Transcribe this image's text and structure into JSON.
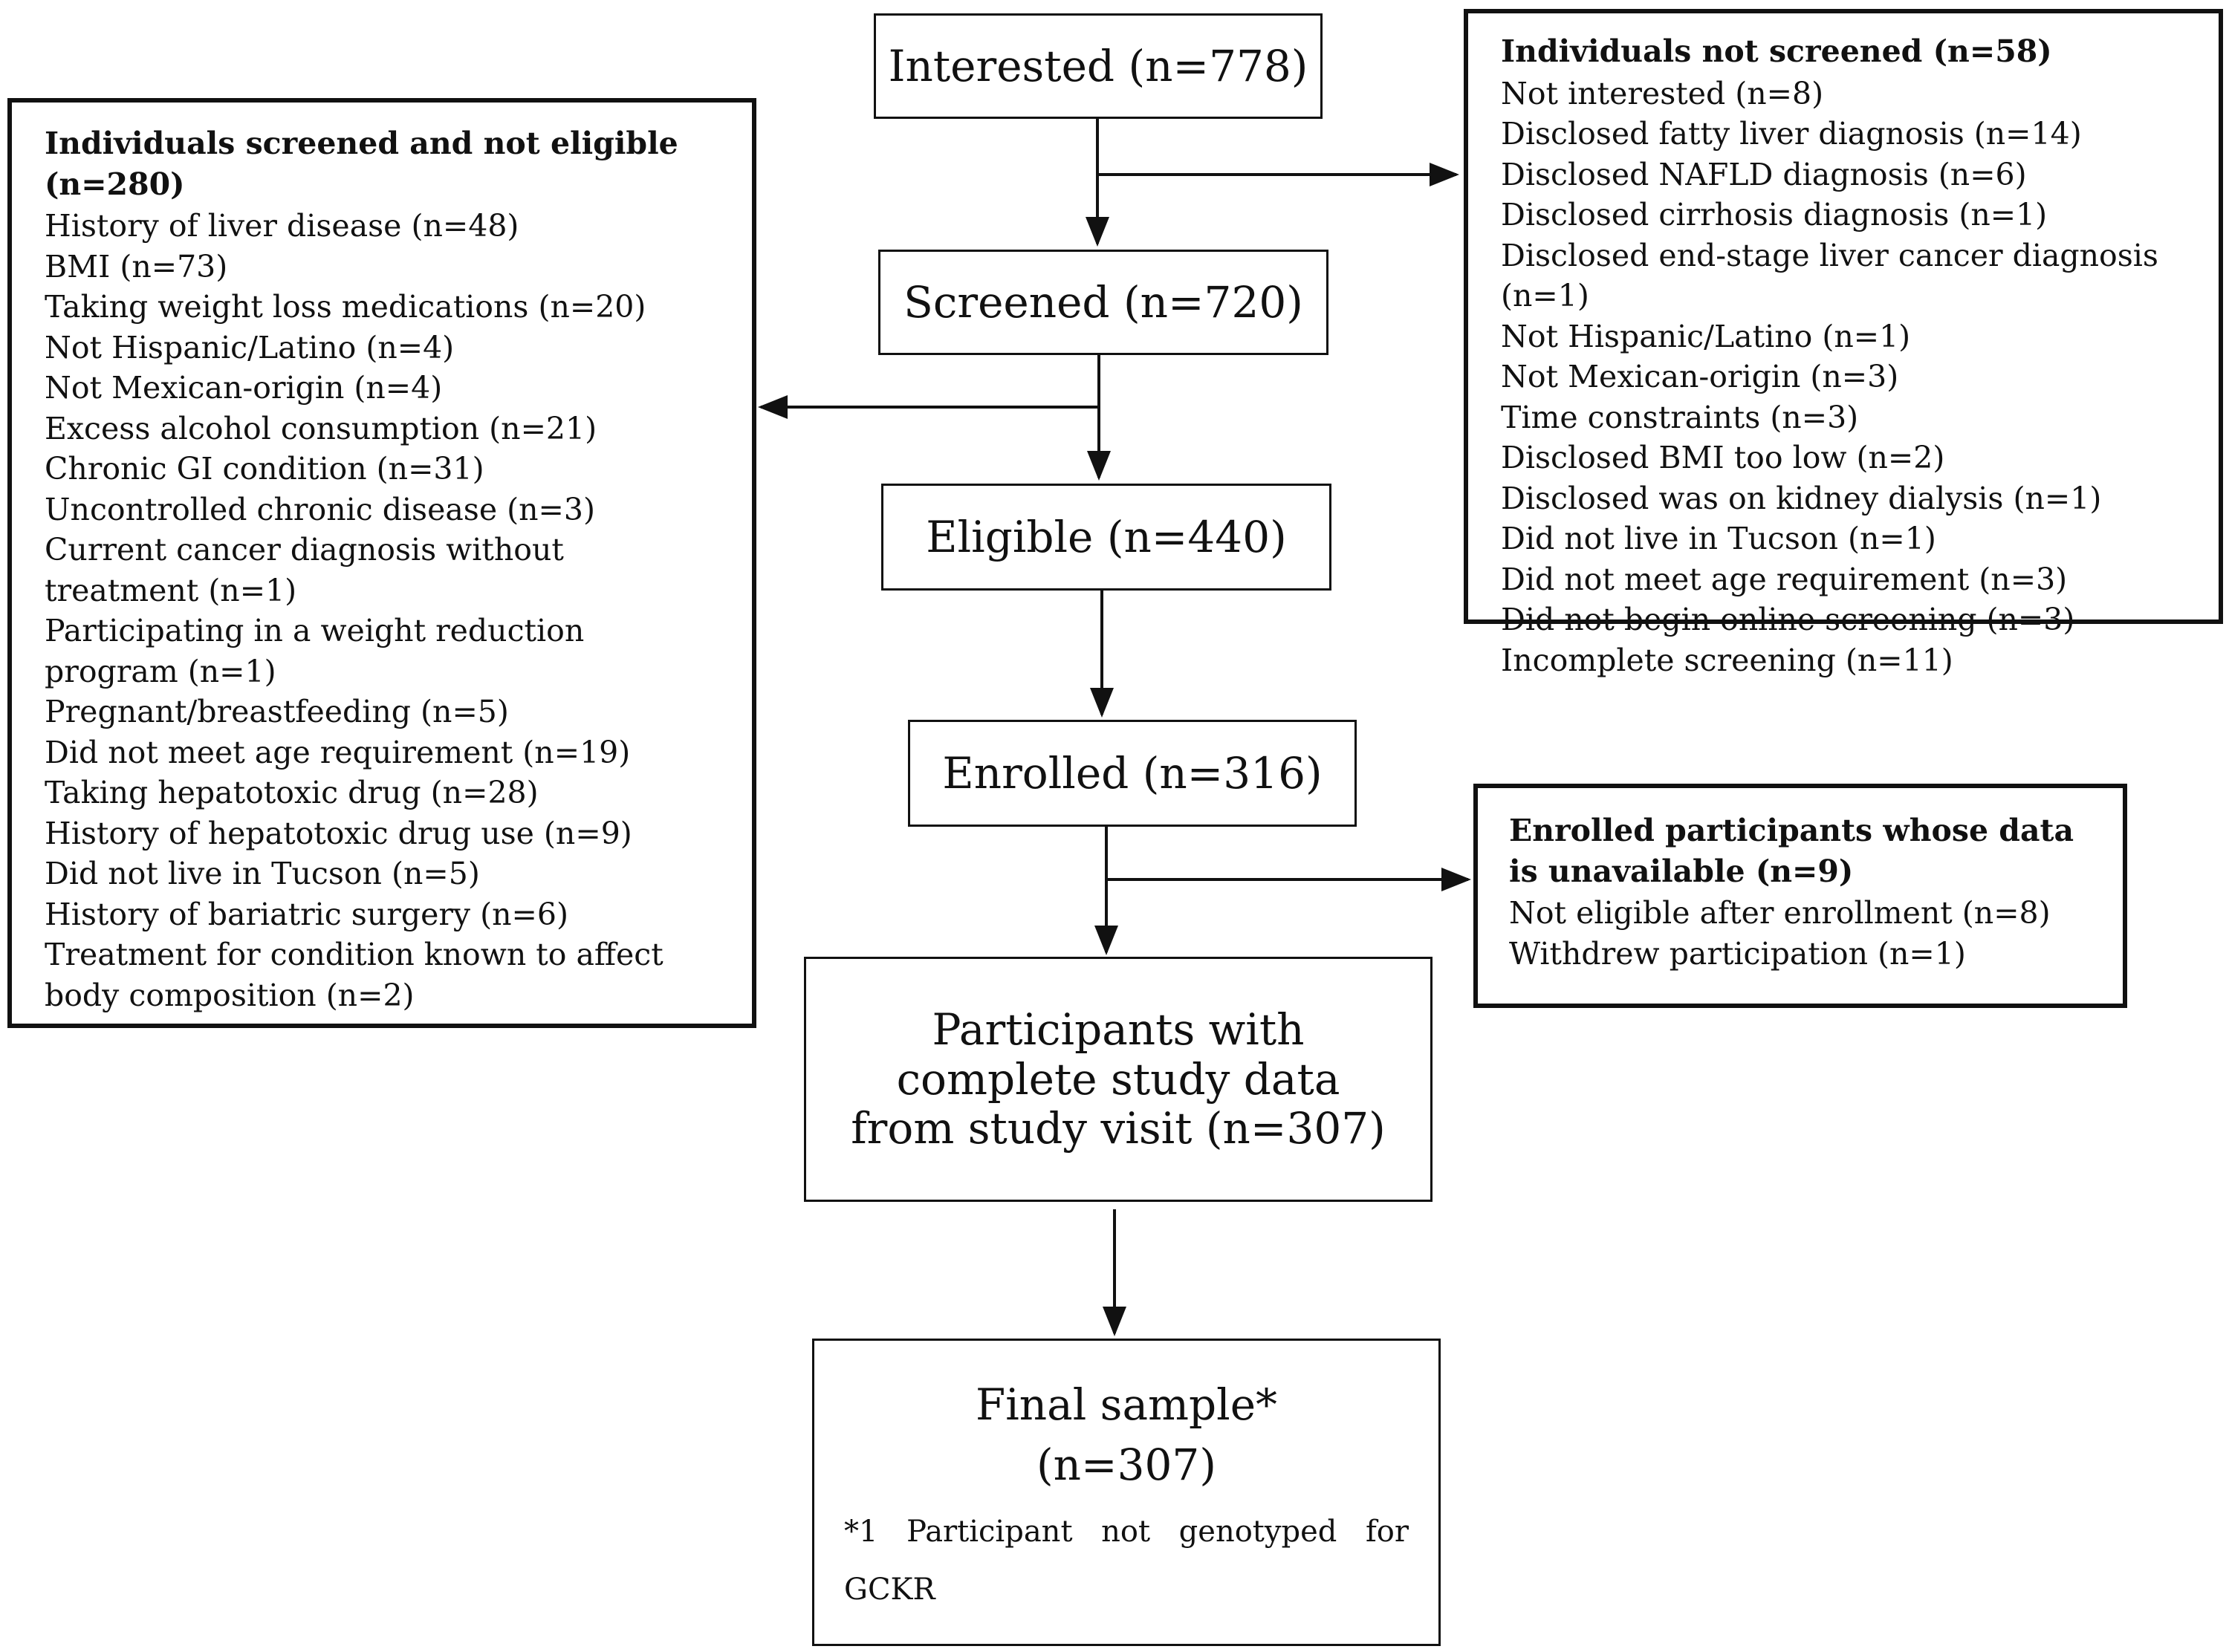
{
  "interested": {
    "label": "Interested (n=778)"
  },
  "screened": {
    "label": "Screened (n=720)"
  },
  "eligible": {
    "label": "Eligible (n=440)"
  },
  "enrolled": {
    "label": "Enrolled (n=316)"
  },
  "complete": {
    "label": "Participants with complete study data from study visit (n=307)"
  },
  "final": {
    "label": "Final sample*",
    "count": "(n=307)",
    "note": "*1 Participant not genotyped for GCKR"
  },
  "not_screened": {
    "title": "Individuals not screened (n=58)",
    "items": [
      "Not interested (n=8)",
      "Disclosed fatty liver diagnosis (n=14)",
      "Disclosed NAFLD diagnosis (n=6)",
      "Disclosed cirrhosis diagnosis (n=1)",
      "Disclosed end-stage liver cancer diagnosis (n=1)",
      "Not Hispanic/Latino (n=1)",
      "Not Mexican-origin (n=3)",
      "Time constraints (n=3)",
      "Disclosed BMI too low (n=2)",
      "Disclosed was on kidney dialysis (n=1)",
      "Did not live in Tucson (n=1)",
      "Did not meet age requirement (n=3)",
      "Did not begin online screening (n=3)",
      "Incomplete screening (n=11)"
    ]
  },
  "not_eligible": {
    "title": "Individuals screened and not eligible (n=280)",
    "items": [
      "History of liver disease (n=48)",
      "BMI (n=73)",
      "Taking weight loss medications (n=20)",
      "Not Hispanic/Latino (n=4)",
      "Not Mexican-origin (n=4)",
      "Excess alcohol consumption (n=21)",
      "Chronic GI condition (n=31)",
      "Uncontrolled chronic disease (n=3)",
      "Current cancer diagnosis without treatment (n=1)",
      "Participating in a weight reduction program (n=1)",
      "Pregnant/breastfeeding (n=5)",
      "Did not meet age requirement (n=19)",
      "Taking hepatotoxic drug (n=28)",
      "History of hepatotoxic drug use (n=9)",
      "Did not live in Tucson (n=5)",
      "History of bariatric surgery (n=6)",
      "Treatment for condition known to affect body composition (n=2)"
    ]
  },
  "unavailable": {
    "title": "Enrolled participants whose data is unavailable (n=9)",
    "items": [
      "Not eligible after enrollment (n=8)",
      "Withdrew participation (n=1)"
    ]
  }
}
